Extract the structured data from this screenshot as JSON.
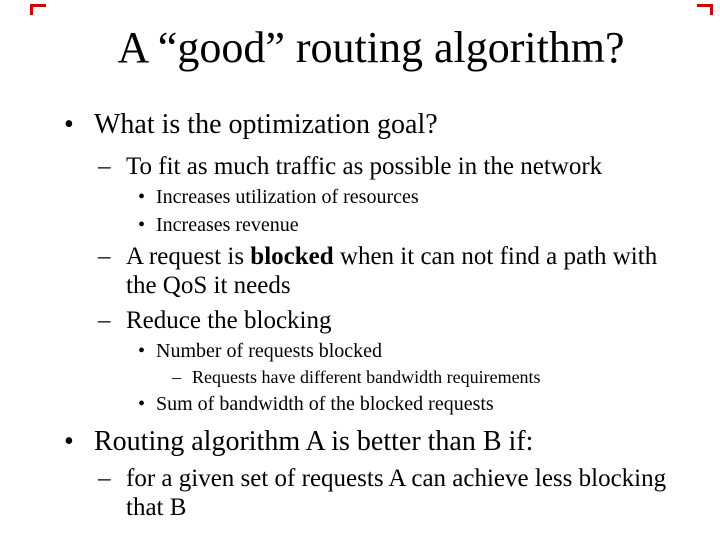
{
  "slide": {
    "title": "A “good” routing algorithm?"
  },
  "colors": {
    "background": "#ffffff",
    "text": "#000000",
    "accent_red": "#cc0000"
  },
  "content": {
    "items": [
      {
        "level": 1,
        "marker": "•",
        "segments": [
          {
            "text": "What is the optimization goal?"
          }
        ]
      },
      {
        "level": 2,
        "marker": "–",
        "segments": [
          {
            "text": "To fit as much traffic as possible in the network"
          }
        ]
      },
      {
        "level": 3,
        "marker": "•",
        "segments": [
          {
            "text": "Increases utilization of resources"
          }
        ]
      },
      {
        "level": 3,
        "marker": "•",
        "segments": [
          {
            "text": "Increases revenue"
          }
        ]
      },
      {
        "level": 2,
        "marker": "–",
        "segments": [
          {
            "text": "A request is "
          },
          {
            "text": "blocked",
            "bold": true
          },
          {
            "text": " when it can not find a path with\nthe QoS it needs"
          }
        ]
      },
      {
        "level": 2,
        "marker": "–",
        "segments": [
          {
            "text": "Reduce the blocking"
          }
        ]
      },
      {
        "level": 3,
        "marker": "•",
        "segments": [
          {
            "text": "Number of requests blocked"
          }
        ]
      },
      {
        "level": 4,
        "marker": "–",
        "segments": [
          {
            "text": "Requests have different bandwidth requirements"
          }
        ]
      },
      {
        "level": 3,
        "marker": "•",
        "segments": [
          {
            "text": "Sum of bandwidth of the blocked requests"
          }
        ]
      },
      {
        "level": 1,
        "marker": "•",
        "segments": [
          {
            "text": "Routing algorithm A is better than B if:"
          }
        ]
      },
      {
        "level": 2,
        "marker": "–",
        "segments": [
          {
            "text": "for a given set of requests A can achieve less blocking\nthat B"
          }
        ]
      }
    ]
  }
}
